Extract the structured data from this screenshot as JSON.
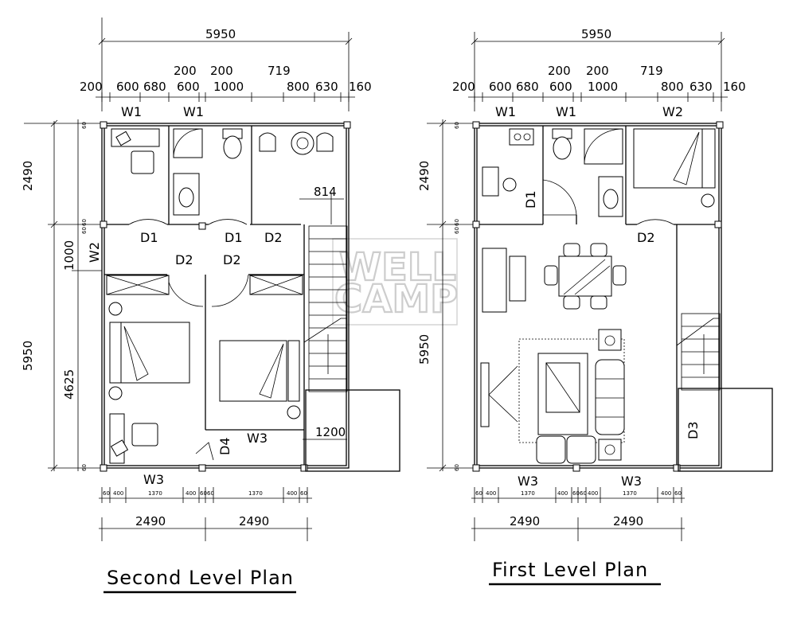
{
  "second_level": {
    "title": "Second Level Plan",
    "top_dims": {
      "overall": "5950",
      "row_upper": [
        "200",
        "200",
        "719"
      ],
      "row_lower": [
        "200",
        "600",
        "680",
        "600",
        "1000",
        "800",
        "630",
        "160"
      ]
    },
    "left_dims": {
      "outer": [
        "2490",
        "5950"
      ],
      "inner": [
        "1000",
        "4625"
      ],
      "small": [
        "60",
        "60",
        "60",
        "60"
      ]
    },
    "bottom_dims": {
      "row_small": [
        "60",
        "400",
        "1370",
        "400",
        "60",
        "60",
        "1370",
        "400",
        "60"
      ],
      "row_main": [
        "2490",
        "2490"
      ]
    },
    "labels": {
      "w1a": "W1",
      "w1b": "W1",
      "w2": "W2",
      "w3_bottom": "W3",
      "w3_inner": "W3",
      "d1a": "D1",
      "d1b": "D1",
      "d2a": "D2",
      "d2b": "D2",
      "d2c": "D2",
      "d4": "D4",
      "dim_814": "814",
      "dim_1200": "1200"
    }
  },
  "first_level": {
    "title": "First Level Plan",
    "top_dims": {
      "overall": "5950",
      "row_upper": [
        "200",
        "200",
        "719"
      ],
      "row_lower": [
        "200",
        "600",
        "680",
        "600",
        "1000",
        "800",
        "630",
        "160"
      ]
    },
    "left_dims": {
      "outer": [
        "2490",
        "5950"
      ],
      "small": [
        "60",
        "60",
        "60",
        "60"
      ]
    },
    "bottom_dims": {
      "row_small": [
        "60",
        "400",
        "1370",
        "400",
        "60",
        "60",
        "400",
        "1370",
        "400",
        "60"
      ],
      "row_main": [
        "2490",
        "2490"
      ]
    },
    "labels": {
      "w1a": "W1",
      "w1b": "W1",
      "w2": "W2",
      "w3a": "W3",
      "w3b": "W3",
      "d1": "D1",
      "d2": "D2",
      "d3": "D3"
    }
  },
  "watermark": {
    "line1": "WELL",
    "line2": "CAMP"
  }
}
